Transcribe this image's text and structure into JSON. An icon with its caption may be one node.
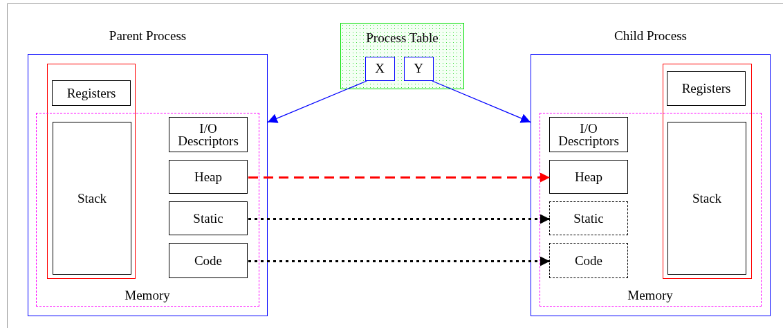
{
  "diagram": {
    "nodes": [
      {
        "text": [
          "Parent Process"
        ]
      },
      {
        "text": [],
        "shape": "box",
        "in": 0
      },
      {
        "text": [
          "Registers"
        ],
        "in": 1
      },
      {
        "text": [
          "Memory"
        ],
        "in": 0
      },
      {
        "text": [
          "Stack"
        ]
      },
      {
        "text": [
          "I/O Descriptors"
        ],
        "in": 3
      },
      {
        "text": [
          "Heap"
        ],
        "in": 3
      },
      {
        "text": [
          "Static"
        ],
        "in": 3
      },
      {
        "text": [
          "Code"
        ],
        "in": 3
      },
      {
        "text": [
          "Process Table"
        ]
      },
      {
        "text": [
          "X"
        ],
        "in": 9
      },
      {
        "text": [
          "Y"
        ],
        "in": 9
      },
      {
        "text": [
          "Child Process"
        ]
      },
      {
        "text": [],
        "shape": "box",
        "in": 12
      },
      {
        "text": [
          "Registers"
        ],
        "in": 13
      },
      {
        "text": [
          "Stack"
        ]
      },
      {
        "text": [
          "Memory"
        ],
        "in": 12
      },
      {
        "text": [
          "I/O Descriptors"
        ],
        "in": 16
      },
      {
        "text": [
          "Heap"
        ],
        "in": 16
      },
      {
        "text": [
          "Static"
        ],
        "in": 16
      },
      {
        "text": [
          "Code"
        ],
        "in": 16
      }
    ],
    "edges": [
      {
        "from": 10,
        "to": 0,
        "arrow": "to",
        "color": "#0000ff"
      },
      {
        "from": 11,
        "to": 12,
        "arrow": "to",
        "color": "#0000ff"
      },
      {
        "from": 6,
        "to": 18,
        "arrow": "to",
        "style": "dashed",
        "color": "#ff0000"
      },
      {
        "from": 7,
        "to": 19,
        "arrow": "to",
        "style": "dashed",
        "color": "#000000"
      },
      {
        "from": 8,
        "to": 20,
        "arrow": "to",
        "style": "dashed",
        "color": "#000000"
      }
    ]
  }
}
